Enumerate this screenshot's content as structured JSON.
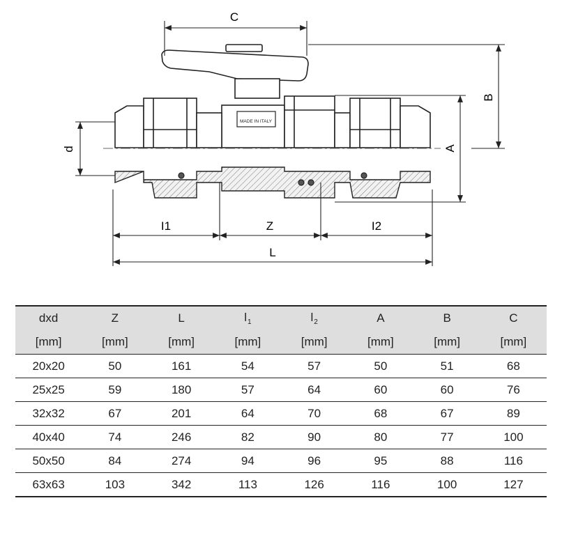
{
  "drawing": {
    "dim_labels": {
      "C": "C",
      "B": "B",
      "A": "A",
      "d": "d",
      "l1": "I1",
      "z": "Z",
      "l2": "I2",
      "L": "L"
    },
    "body_marking": "MADE IN ITALY"
  },
  "table": {
    "headers": [
      {
        "name": "dxd",
        "sub": "",
        "unit": "[mm]"
      },
      {
        "name": "Z",
        "sub": "",
        "unit": "[mm]"
      },
      {
        "name": "L",
        "sub": "",
        "unit": "[mm]"
      },
      {
        "name": "l",
        "sub": "1",
        "unit": "[mm]"
      },
      {
        "name": "l",
        "sub": "2",
        "unit": "[mm]"
      },
      {
        "name": "A",
        "sub": "",
        "unit": "[mm]"
      },
      {
        "name": "B",
        "sub": "",
        "unit": "[mm]"
      },
      {
        "name": "C",
        "sub": "",
        "unit": "[mm]"
      }
    ],
    "rows": [
      [
        "20x20",
        "50",
        "161",
        "54",
        "57",
        "50",
        "51",
        "68"
      ],
      [
        "25x25",
        "59",
        "180",
        "57",
        "64",
        "60",
        "60",
        "76"
      ],
      [
        "32x32",
        "67",
        "201",
        "64",
        "70",
        "68",
        "67",
        "89"
      ],
      [
        "40x40",
        "74",
        "246",
        "82",
        "90",
        "80",
        "77",
        "100"
      ],
      [
        "50x50",
        "84",
        "274",
        "94",
        "96",
        "95",
        "88",
        "116"
      ],
      [
        "63x63",
        "103",
        "342",
        "113",
        "126",
        "116",
        "100",
        "127"
      ]
    ]
  }
}
